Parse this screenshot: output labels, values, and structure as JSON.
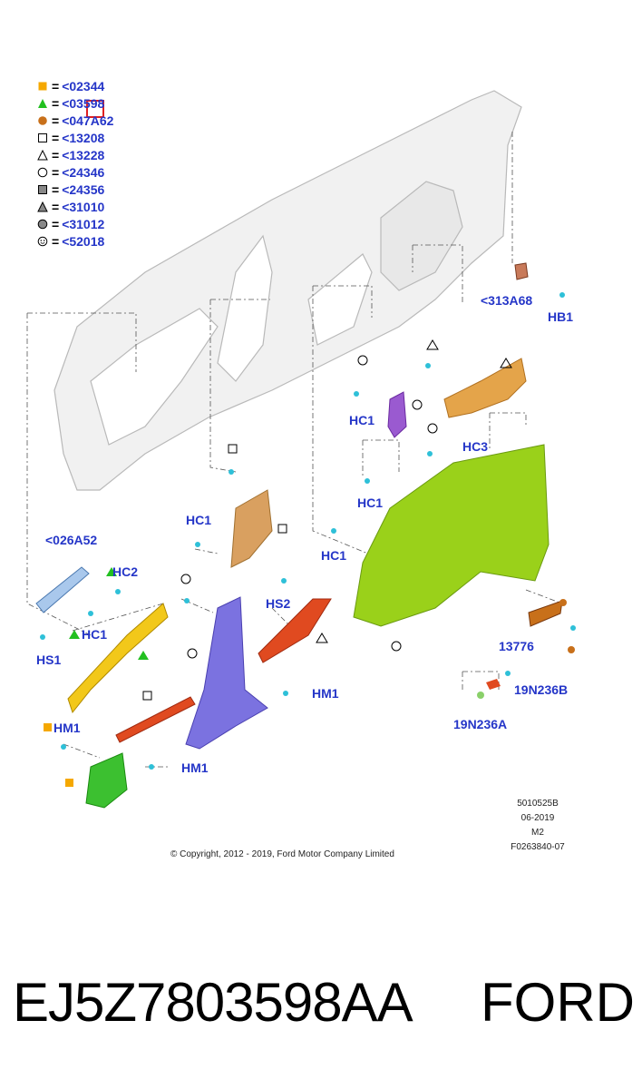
{
  "legend": [
    {
      "symbol": "filled-square-icon",
      "color": "#f5a800",
      "code": "<02344"
    },
    {
      "symbol": "filled-triangle-icon",
      "color": "#22c020",
      "code": "<03598"
    },
    {
      "symbol": "filled-circle-icon",
      "color": "#c8701a",
      "code": "<047A62"
    },
    {
      "symbol": "hollow-square-icon",
      "color": "#000000",
      "code": "<13208"
    },
    {
      "symbol": "hollow-triangle-icon",
      "color": "#000000",
      "code": "<13228"
    },
    {
      "symbol": "hollow-circle-icon",
      "color": "#000000",
      "code": "<24346"
    },
    {
      "symbol": "hatched-square-icon",
      "color": "#000000",
      "code": "<24356"
    },
    {
      "symbol": "hatched-triangle-icon",
      "color": "#000000",
      "code": "<31010"
    },
    {
      "symbol": "hatched-circle-icon",
      "color": "#000000",
      "code": "<31012"
    },
    {
      "symbol": "smiley-icon",
      "color": "#000000",
      "code": "<52018"
    }
  ],
  "callouts": {
    "c313a68": "<313A68",
    "hb1": "HB1",
    "hc1_purple": "HC1",
    "hc3": "HC3",
    "hc1_mid": "HC1",
    "hc1_b": "HC1",
    "hc1_c": "HC1",
    "c026a52": "<026A52",
    "hc2": "HC2",
    "hs2": "HS2",
    "hc1_left": "HC1",
    "hs1": "HS1",
    "hm1_left": "HM1",
    "hm1_right": "HM1",
    "hm1_bottom": "HM1",
    "c13776": "13776",
    "c19n236b": "19N236B",
    "c19n236a": "19N236A"
  },
  "meta": {
    "line1": "5010525B",
    "line2": "06-2019",
    "line3": "M2",
    "line4": "F0263840-07"
  },
  "copyright": "© Copyright, 2012 - 2019, Ford Motor Company Limited",
  "footer": {
    "part_number": "EJ5Z7803598AA",
    "brand": "FORD"
  },
  "colors": {
    "label_blue": "#2536c8",
    "lime_trim": "#9ad11a",
    "purple_pillar": "#7b72e0",
    "yellow_trim": "#f2c81a",
    "orange_trim": "#d98a3a",
    "red_trim": "#e04a20",
    "green_clip": "#3cc030",
    "violet_clip": "#9a5ad0"
  }
}
